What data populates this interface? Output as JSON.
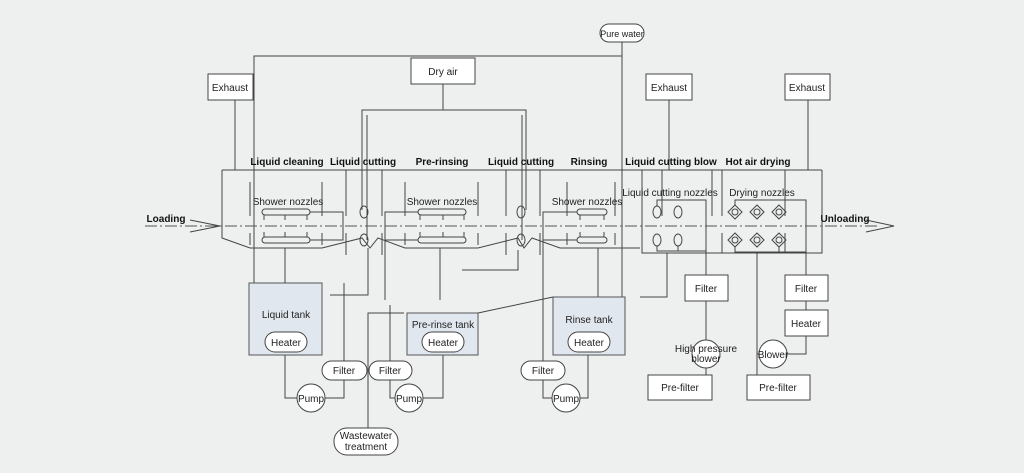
{
  "sources": {
    "pure_water": "Pure water",
    "dry_air": "Dry air"
  },
  "exhausts": [
    "Exhaust",
    "Exhaust",
    "Exhaust"
  ],
  "flow": {
    "loading": "Loading",
    "unloading": "Unloading"
  },
  "stages": [
    "Liquid cleaning",
    "Liquid cutting",
    "Pre-rinsing",
    "Liquid cutting",
    "Rinsing",
    "Liquid cutting blow",
    "Hot air drying"
  ],
  "nozzles": [
    "Shower nozzles",
    "Shower nozzles",
    "Shower nozzles",
    "Liquid cutting nozzles",
    "Drying nozzles"
  ],
  "tanks": [
    {
      "label": "Liquid tank",
      "heater": "Heater"
    },
    {
      "label": "Pre-rinse tank",
      "heater": "Heater"
    },
    {
      "label": "Rinse tank",
      "heater": "Heater"
    }
  ],
  "filters": [
    "Filter",
    "Filter",
    "Filter",
    "Filter",
    "Filter"
  ],
  "pumps": [
    "Pump",
    "Pump",
    "Pump"
  ],
  "wastewater": [
    "Wastewater",
    "treatment"
  ],
  "air": {
    "hp_blower": [
      "High pressure",
      "blower"
    ],
    "blower": "Blower",
    "heater": "Heater",
    "prefilters": [
      "Pre-filter",
      "Pre-filter"
    ]
  }
}
